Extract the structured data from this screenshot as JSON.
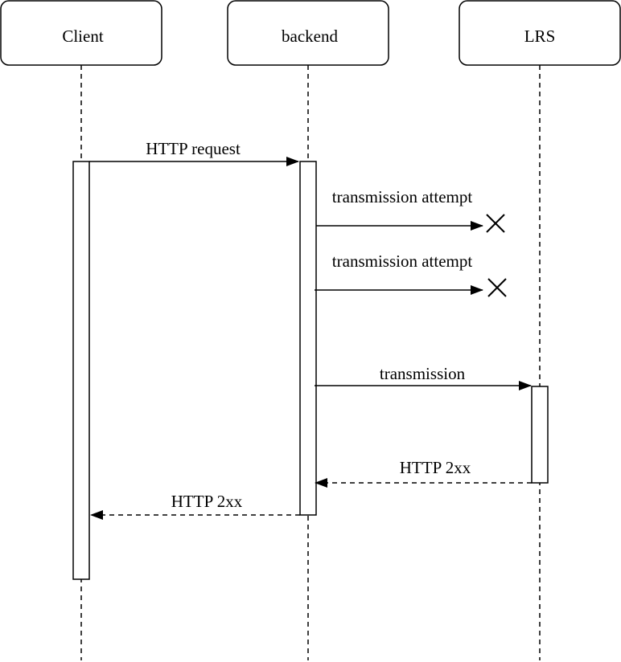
{
  "participants": [
    {
      "id": "client",
      "label": "Client"
    },
    {
      "id": "backend",
      "label": "backend"
    },
    {
      "id": "lrs",
      "label": "LRS"
    }
  ],
  "messages": [
    {
      "id": "http-request",
      "label": "HTTP request",
      "from": "client",
      "to": "backend",
      "style": "solid"
    },
    {
      "id": "transmission-attempt-1",
      "label": "transmission attempt",
      "from": "backend",
      "to": "lost",
      "style": "solid"
    },
    {
      "id": "transmission-attempt-2",
      "label": "transmission attempt",
      "from": "backend",
      "to": "lost",
      "style": "solid"
    },
    {
      "id": "transmission",
      "label": "transmission",
      "from": "backend",
      "to": "lrs",
      "style": "solid"
    },
    {
      "id": "http-2xx-lrs",
      "label": "HTTP 2xx",
      "from": "lrs",
      "to": "backend",
      "style": "dashed"
    },
    {
      "id": "http-2xx-backend",
      "label": "HTTP 2xx",
      "from": "backend",
      "to": "client",
      "style": "dashed"
    }
  ],
  "colors": {
    "stroke": "#000000",
    "background": "#ffffff"
  }
}
